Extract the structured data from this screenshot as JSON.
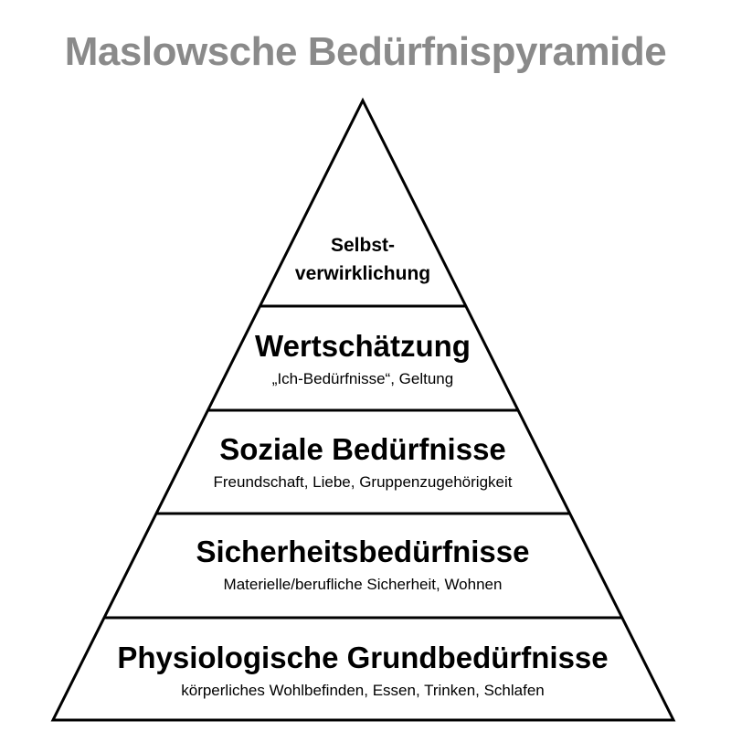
{
  "title": "Maslowsche Bedürfnispyramide",
  "colors": {
    "title": "#8a8a8a",
    "stroke": "#000000",
    "fill": "#ffffff",
    "text": "#000000"
  },
  "levels": [
    {
      "title_lines": [
        "Selbst-",
        "verwirklichung"
      ],
      "subtitle": ""
    },
    {
      "title_lines": [
        "Wertschätzung"
      ],
      "subtitle": "„Ich-Bedürfnisse“, Geltung"
    },
    {
      "title_lines": [
        "Soziale Bedürfnisse"
      ],
      "subtitle": "Freundschaft, Liebe, Gruppenzugehörigkeit"
    },
    {
      "title_lines": [
        "Sicherheitsbedürfnisse"
      ],
      "subtitle": "Materielle/berufliche Sicherheit, Wohnen"
    },
    {
      "title_lines": [
        "Physiologische Grundbedürfnisse"
      ],
      "subtitle": "körperliches Wohlbefinden, Essen, Trinken, Schlafen"
    }
  ]
}
